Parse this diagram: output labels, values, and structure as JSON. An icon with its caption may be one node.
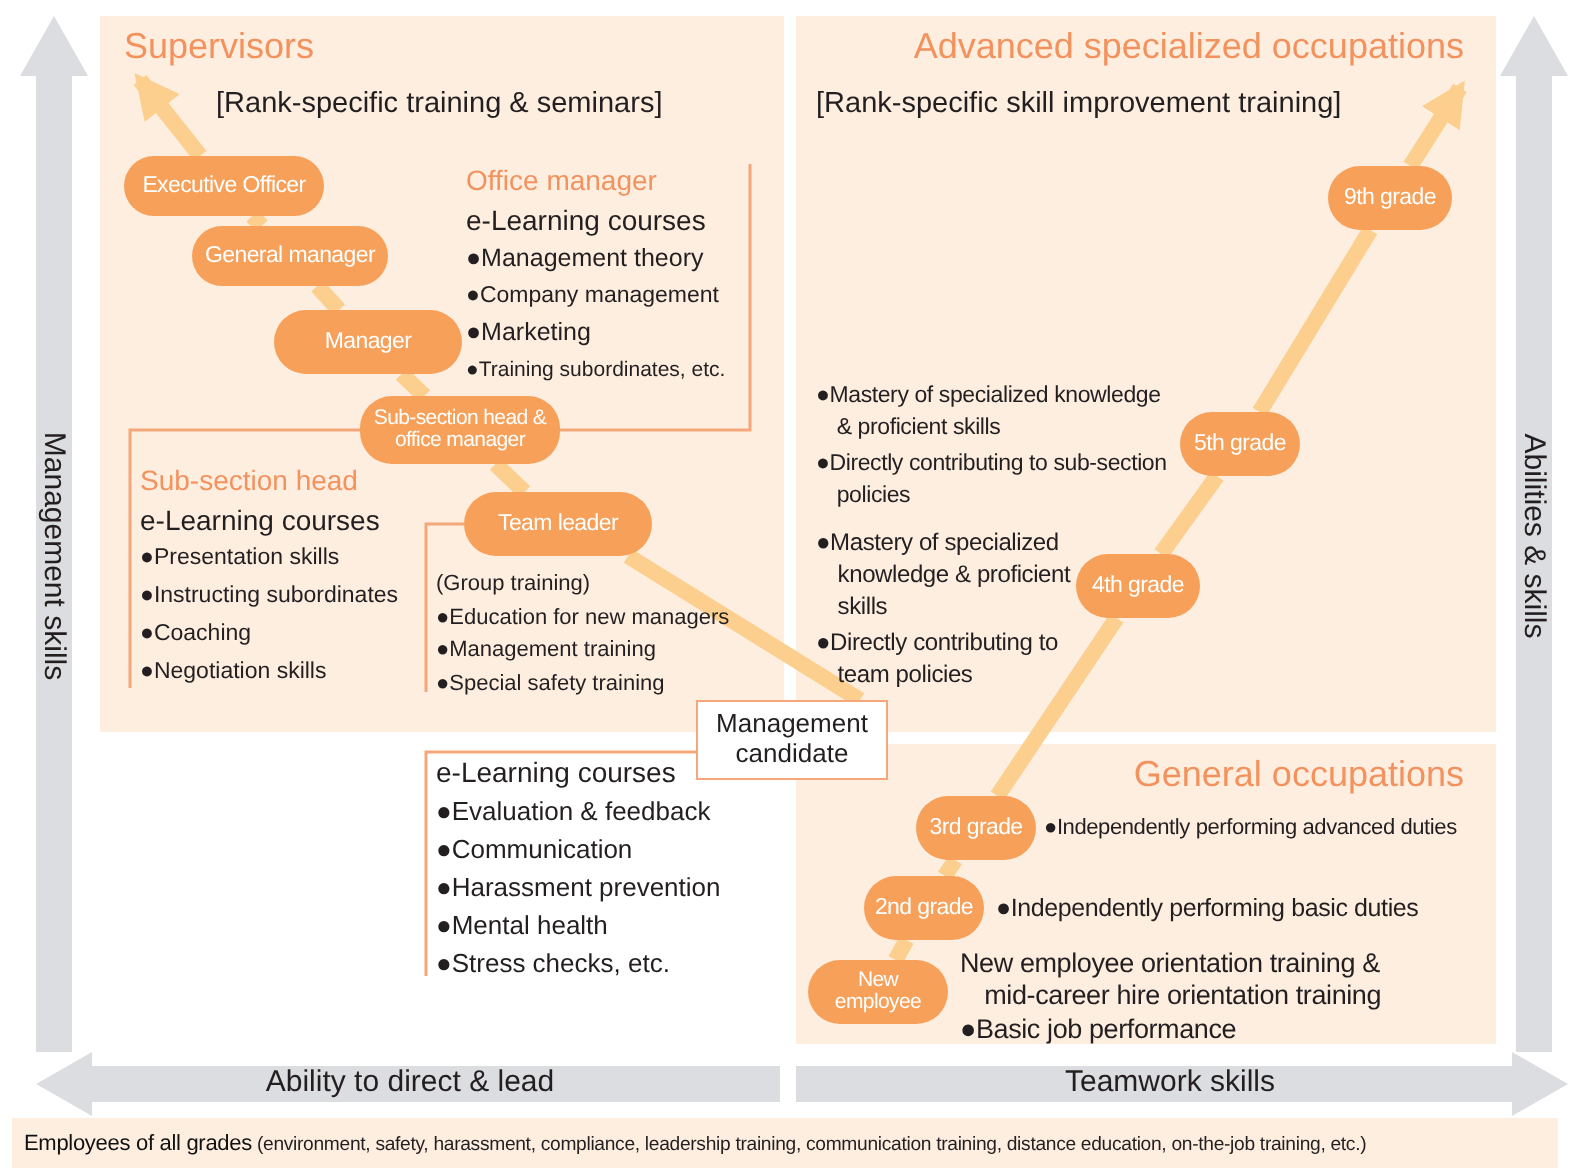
{
  "diagram": {
    "nodes": [
      {
        "text": [
          "Supervisors",
          "[Rank-specific training & seminars]"
        ]
      },
      {
        "text": [
          "Executive Officer"
        ],
        "in": 0
      },
      {
        "text": [
          "Office manager",
          "e-Learning courses",
          "●Management theory",
          "●Company management",
          "●Marketing",
          "●Training subordinates, etc."
        ],
        "in": 0
      },
      {
        "text": [
          "General manager"
        ],
        "in": 0
      },
      {
        "text": [
          "Manager"
        ],
        "in": 0
      },
      {
        "text": [
          "Sub-section head & office manager"
        ],
        "in": 0
      },
      {
        "text": [
          "Sub-section head",
          "e-Learning courses",
          "●Presentation skills",
          "●Instructing subordinates",
          "●Coaching",
          "●Negotiation skills"
        ],
        "in": 0
      },
      {
        "text": [
          "Team leader"
        ],
        "in": 0
      },
      {
        "text": [
          "(Group training)",
          "●Education for new managers",
          "●Management training",
          "●Special safety training"
        ],
        "in": 0
      },
      {
        "text": [
          "Advanced specialized occupations",
          "[Rank-specific skill improvement training]"
        ]
      },
      {
        "text": [
          "9th grade"
        ],
        "in": 9
      },
      {
        "text": [
          "5th grade"
        ],
        "in": 9,
        "beside": [
          "●Mastery of specialized knowledge & proficient skills",
          "●Directly contributing to sub-section policies"
        ]
      },
      {
        "text": [
          "4th grade"
        ],
        "in": 9,
        "beside": [
          "●Mastery of specialized knowledge & proficient skills",
          "●Directly contributing to team policies"
        ]
      },
      {
        "text": [
          "Management candidate"
        ]
      },
      {
        "text": [
          "e-Learning courses",
          "●Evaluation & feedback",
          "●Communication",
          "●Harassment prevention",
          "●Mental health",
          "●Stress checks, etc."
        ]
      },
      {
        "text": [
          "General occupations"
        ]
      },
      {
        "text": [
          "3rd grade"
        ],
        "in": 15,
        "beside": [
          "●Independently performing advanced duties"
        ]
      },
      {
        "text": [
          "2nd grade"
        ],
        "in": 15,
        "beside": [
          "●Independently performing basic duties"
        ]
      },
      {
        "text": [
          "New employee"
        ],
        "in": 15,
        "beside": [
          "New employee orientation training & mid-career hire orientation training",
          "●Basic job performance"
        ]
      }
    ],
    "edges": [
      {
        "from": 13,
        "to": 7,
        "arrow": "none"
      },
      {
        "from": 7,
        "to": 5,
        "arrow": "none"
      },
      {
        "from": 5,
        "to": 4,
        "arrow": "none"
      },
      {
        "from": 4,
        "to": 3,
        "arrow": "none"
      },
      {
        "from": 3,
        "to": 1,
        "arrow": "none"
      },
      {
        "from": 1,
        "to": null,
        "arrow": "to"
      },
      {
        "from": 18,
        "to": 17,
        "arrow": "none"
      },
      {
        "from": 17,
        "to": 16,
        "arrow": "none"
      },
      {
        "from": 16,
        "to": 12,
        "arrow": "none"
      },
      {
        "from": 12,
        "to": 11,
        "arrow": "none"
      },
      {
        "from": 11,
        "to": 10,
        "arrow": "none"
      },
      {
        "from": 10,
        "to": null,
        "arrow": "to"
      },
      {
        "from": 5,
        "to": 2,
        "arrow": "none",
        "color": "#f4a77a"
      },
      {
        "from": 5,
        "to": 6,
        "arrow": "none",
        "color": "#f4a77a"
      },
      {
        "from": 7,
        "to": 8,
        "arrow": "none",
        "color": "#f4a77a"
      },
      {
        "from": 13,
        "to": 14,
        "arrow": "none",
        "color": "#f4a77a"
      }
    ],
    "labels": [
      "Management skills",
      "Abilities & skills",
      "Ability to direct & lead",
      "Teamwork skills",
      "**Employees of all grades** (environment, safety, harassment, compliance, leadership training, communication training, distance education, on-the-job training, etc.)"
    ]
  }
}
